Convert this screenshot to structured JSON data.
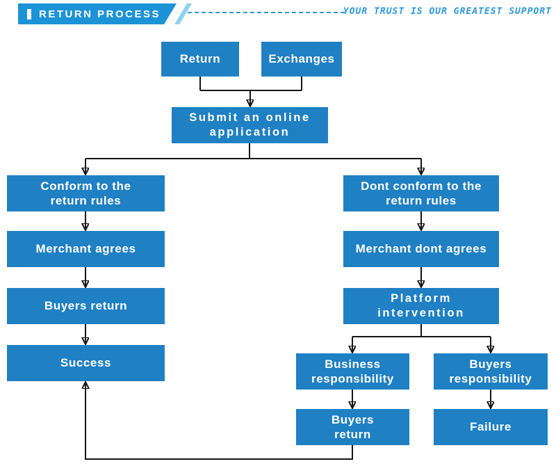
{
  "header": {
    "title": "RETURN PROCESS",
    "tagline": "YOUR TRUST IS OUR GREATEST SUPPORT"
  },
  "colors": {
    "box_blue": "#1f80c3",
    "banner_blue": "#1b93d6",
    "accent_light_blue": "#8fd0f2",
    "tagline_blue": "#2d97dc",
    "arrow_black": "#151515"
  },
  "nodes": {
    "return": "Return",
    "exchanges": "Exchanges",
    "submit": "Submit an online\napplication",
    "conform": "Conform to the\nreturn rules",
    "merchant_agrees": "Merchant agrees",
    "buyers_return_left": "Buyers return",
    "success": "Success",
    "dont_conform": "Dont conform to the\nreturn rules",
    "merchant_dont_agrees": "Merchant dont agrees",
    "platform": "Platform\nintervention",
    "business_responsibility": "Business\nresponsibility",
    "buyers_responsibility": "Buyers\nresponsibility",
    "buyers_return_right": "Buyers\nreturn",
    "failure": "Failure"
  }
}
